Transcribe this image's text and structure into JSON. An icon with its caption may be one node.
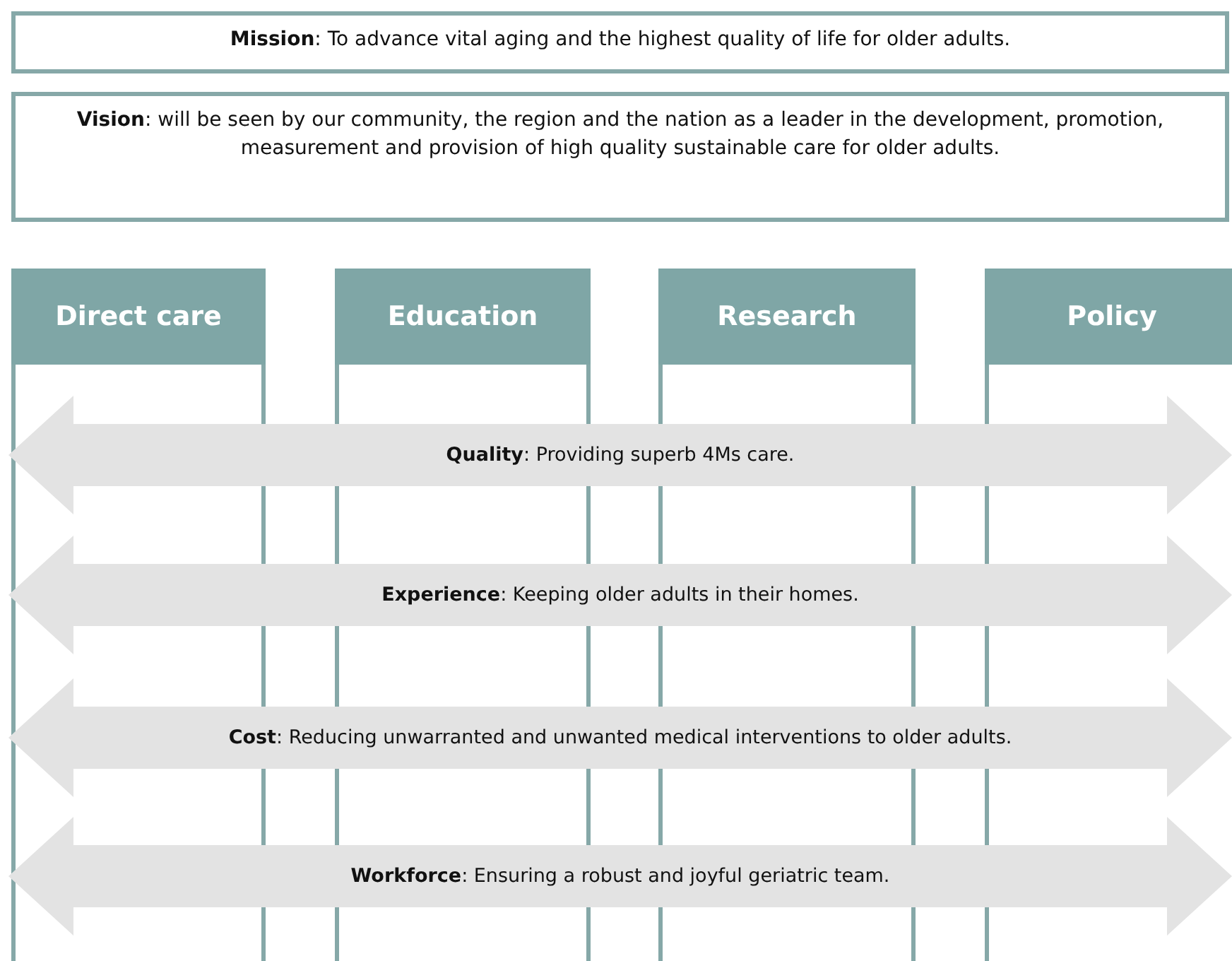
{
  "diagram": {
    "nodes": [
      {
        "text": [
          "**Mission**: To advance vital aging and the highest quality of life for older adults."
        ]
      },
      {
        "text": [
          "**Vision**: will be seen by our community, the region and the nation as a leader in the development, promotion, measurement and provision of high quality sustainable care for older adults."
        ]
      },
      {
        "text": [
          "Direct care"
        ]
      },
      {
        "text": [
          "Education"
        ]
      },
      {
        "text": [
          "Research"
        ]
      },
      {
        "text": [
          "Policy"
        ]
      },
      {
        "text": [
          "**Quality**: Providing superb 4Ms care."
        ]
      },
      {
        "text": [
          "**Experience**: Keeping older adults in their homes."
        ]
      },
      {
        "text": [
          "**Cost**: Reducing unwarranted and unwanted medical interventions to older adults."
        ]
      },
      {
        "text": [
          "**Workforce**: Ensuring a robust and joyful geriatric team."
        ]
      }
    ]
  }
}
